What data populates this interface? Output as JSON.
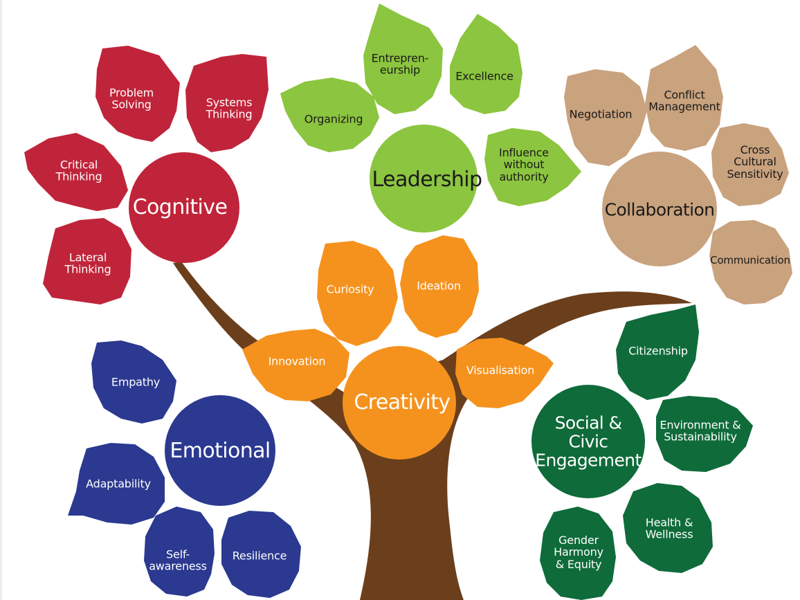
{
  "colors": {
    "trunk": "#6b3f1c",
    "cognitive": "#c0243a",
    "leadership": "#8cc53f",
    "collaboration": "#c9a27e",
    "creativity": "#f5921e",
    "emotional": "#2b3990",
    "social": "#0f6b3a"
  },
  "clusters": {
    "cognitive": {
      "hub": "Cognitive",
      "leaves": [
        "Problem Solving",
        "Systems Thinking",
        "Critical Thinking",
        "Lateral Thinking"
      ]
    },
    "leadership": {
      "hub": "Leadership",
      "leaves": [
        "Entrepren- eurship",
        "Excellence",
        "Organizing",
        "Influence without authority"
      ]
    },
    "collaboration": {
      "hub": "Collaboration",
      "leaves": [
        "Negotiation",
        "Conflict Management",
        "Cross Cultural Sensitivity",
        "Communication"
      ]
    },
    "creativity": {
      "hub": "Creativity",
      "leaves": [
        "Curiosity",
        "Ideation",
        "Innovation",
        "Visualisation"
      ]
    },
    "emotional": {
      "hub": "Emotional",
      "leaves": [
        "Empathy",
        "Adaptability",
        "Self- awareness",
        "Resilience"
      ]
    },
    "social": {
      "hub": "Social & Civic Engagement",
      "leaves": [
        "Citizenship",
        "Environment & Sustainability",
        "Health & Wellness",
        "Gender Harmony & Equity"
      ]
    }
  }
}
